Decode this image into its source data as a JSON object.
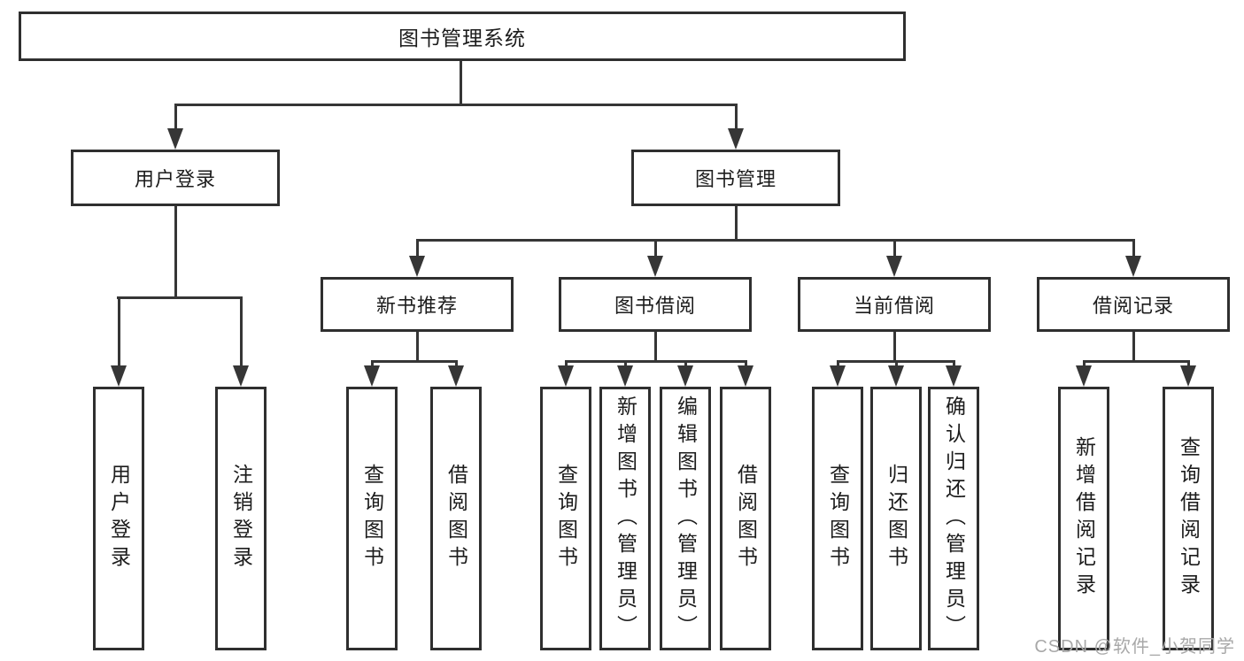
{
  "diagram": {
    "root": {
      "label": "图书管理系统"
    },
    "branches": [
      {
        "label": "用户登录",
        "children": [
          {
            "label": "用户登录"
          },
          {
            "label": "注销登录"
          }
        ]
      },
      {
        "label": "图书管理",
        "children": [
          {
            "label": "新书推荐",
            "children": [
              {
                "label": "查询图书"
              },
              {
                "label": "借阅图书"
              }
            ]
          },
          {
            "label": "图书借阅",
            "children": [
              {
                "label": "查询图书"
              },
              {
                "label": "新增图书（管理员）"
              },
              {
                "label": "编辑图书（管理员）"
              },
              {
                "label": "借阅图书"
              }
            ]
          },
          {
            "label": "当前借阅",
            "children": [
              {
                "label": "查询图书"
              },
              {
                "label": "归还图书"
              },
              {
                "label": "确认归还（管理员）"
              }
            ]
          },
          {
            "label": "借阅记录",
            "children": [
              {
                "label": "新增借阅记录"
              },
              {
                "label": "查询借阅记录"
              }
            ]
          }
        ]
      }
    ],
    "colors": {
      "background": "#ffffff",
      "box_border": "#2f2f2f",
      "box_fill": "#ffffff",
      "line": "#363636",
      "text": "#1c1c1c",
      "watermark": "#a8a8a8"
    }
  },
  "watermark": {
    "text": "CSDN @软件_小贺同学"
  }
}
